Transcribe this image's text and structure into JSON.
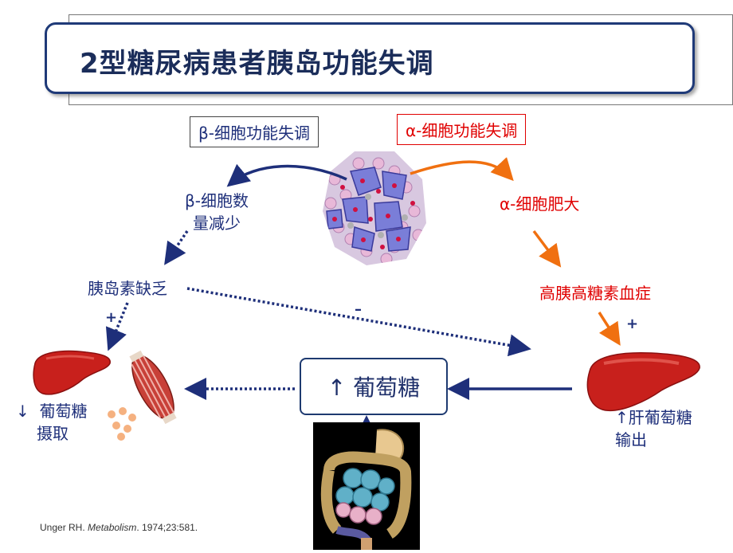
{
  "title": "2型糖尿病患者胰岛功能失调",
  "beta_box": "β-细胞功能失调",
  "alpha_box": "α-细胞功能失调",
  "beta_decrease": [
    "β-细胞数",
    "量减少"
  ],
  "alpha_hypertrophy": "α-细胞肥大",
  "insulin_deficiency": "胰岛素缺乏",
  "hyperglucagonemia": "高胰高糖素血症",
  "glucose_center": "↑ 葡萄糖",
  "uptake": [
    "↓  葡萄糖",
    "摄取"
  ],
  "hepatic_output": [
    "↑肝葡萄糖",
    "输出"
  ],
  "sign_plus_left": "+",
  "sign_minus": "–",
  "sign_plus_right": "+",
  "citation": {
    "prefix": "Unger RH. ",
    "journal": "Metabolism",
    "suffix": ". 1974;23:581."
  },
  "colors": {
    "navy": "#1e2f7a",
    "red": "#e00000",
    "orange": "#f07010",
    "liver": "#c8201c"
  },
  "icons": [
    "islet-image",
    "liver-icon",
    "muscle-icon",
    "fat-cells-icon",
    "intestine-image"
  ]
}
